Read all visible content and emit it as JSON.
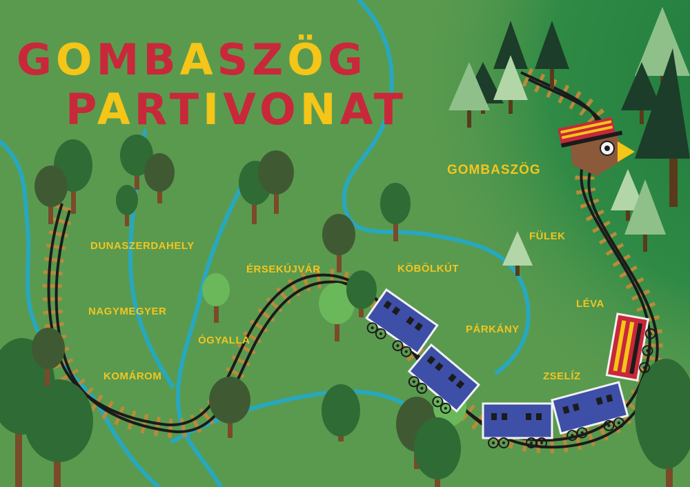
{
  "title": {
    "line1": "GOMBASZÖG",
    "line2": "PARTIVONAT"
  },
  "stations": {
    "gombaszog": "GOMBASZÖG",
    "fulek": "FÜLEK",
    "leva": "LÉVA",
    "zseliz": "ZSELÍZ",
    "parkany": "PÁRKÁNY",
    "kobolkut": "KÖBÖLKÚT",
    "ersekujvar": "ÉRSEKÚJVÁR",
    "ogyalla": "ÓGYALLA",
    "komarom": "KOMÁROM",
    "nagymegyer": "NAGYMEGYER",
    "dunaszerdahely": "DUNASZERDAHELY"
  },
  "colors": {
    "background": "#5a9a4f",
    "forest": "#2f7d3e",
    "river": "#27a8bf",
    "rail": "#1b1b1b",
    "sleeper": "#b98a3a",
    "title_red": "#c8283a",
    "title_yellow": "#f5c518",
    "label_yellow": "#f2c520",
    "wagon_blue": "#3e4fa8",
    "locomotive_red": "#c8283a"
  },
  "icons": {
    "conductor": "train-conductor-icon",
    "locomotive": "locomotive-icon",
    "wagon": "train-wagon-icon",
    "tree": "tree-icon",
    "pine": "pine-tree-icon"
  }
}
